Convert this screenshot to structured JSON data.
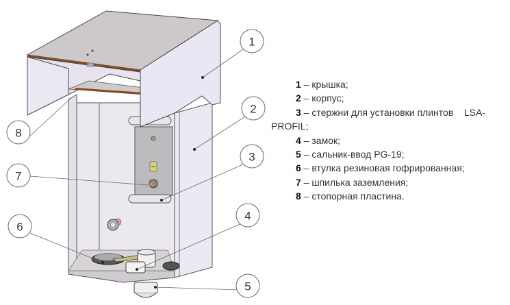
{
  "callouts": [
    {
      "number": "1",
      "label": "крышка"
    },
    {
      "number": "2",
      "label": "корпус"
    },
    {
      "number": "3",
      "label": "стержни для установки плинтов    LSA-PROFIL"
    },
    {
      "number": "4",
      "label": "замок"
    },
    {
      "number": "5",
      "label": "сальник-ввод PG-19"
    },
    {
      "number": "6",
      "label": "втулка резиновая гофрированная"
    },
    {
      "number": "7",
      "label": "шпилька заземления"
    },
    {
      "number": "8",
      "label": "стопорная пластина"
    }
  ],
  "legend": {
    "items": [
      {
        "num": "1",
        "text": " – крышка;"
      },
      {
        "num": "2",
        "text": " – корпус;"
      },
      {
        "num": "3",
        "text": " – стержни для установки плинтов    LSA-",
        "cont": "PROFIL;"
      },
      {
        "num": "4",
        "text": " – замок;"
      },
      {
        "num": "5",
        "text": " – сальник-ввод PG-19;"
      },
      {
        "num": "6",
        "text": " – втулка резиновая гофрированная;"
      },
      {
        "num": "7",
        "text": " – шпилька заземления;"
      },
      {
        "num": "8",
        "text": " – стопорная пластина."
      }
    ]
  },
  "colors": {
    "panel": "#e9e6f0",
    "panel_dark": "#d4d0d6",
    "lid_top": "#cfcbcc",
    "wood": "#8b4a22",
    "outline": "#444444",
    "ground_label": "#d9d27a",
    "bushing": "#aeb0c8",
    "bushing_red": "#e09aa8"
  }
}
